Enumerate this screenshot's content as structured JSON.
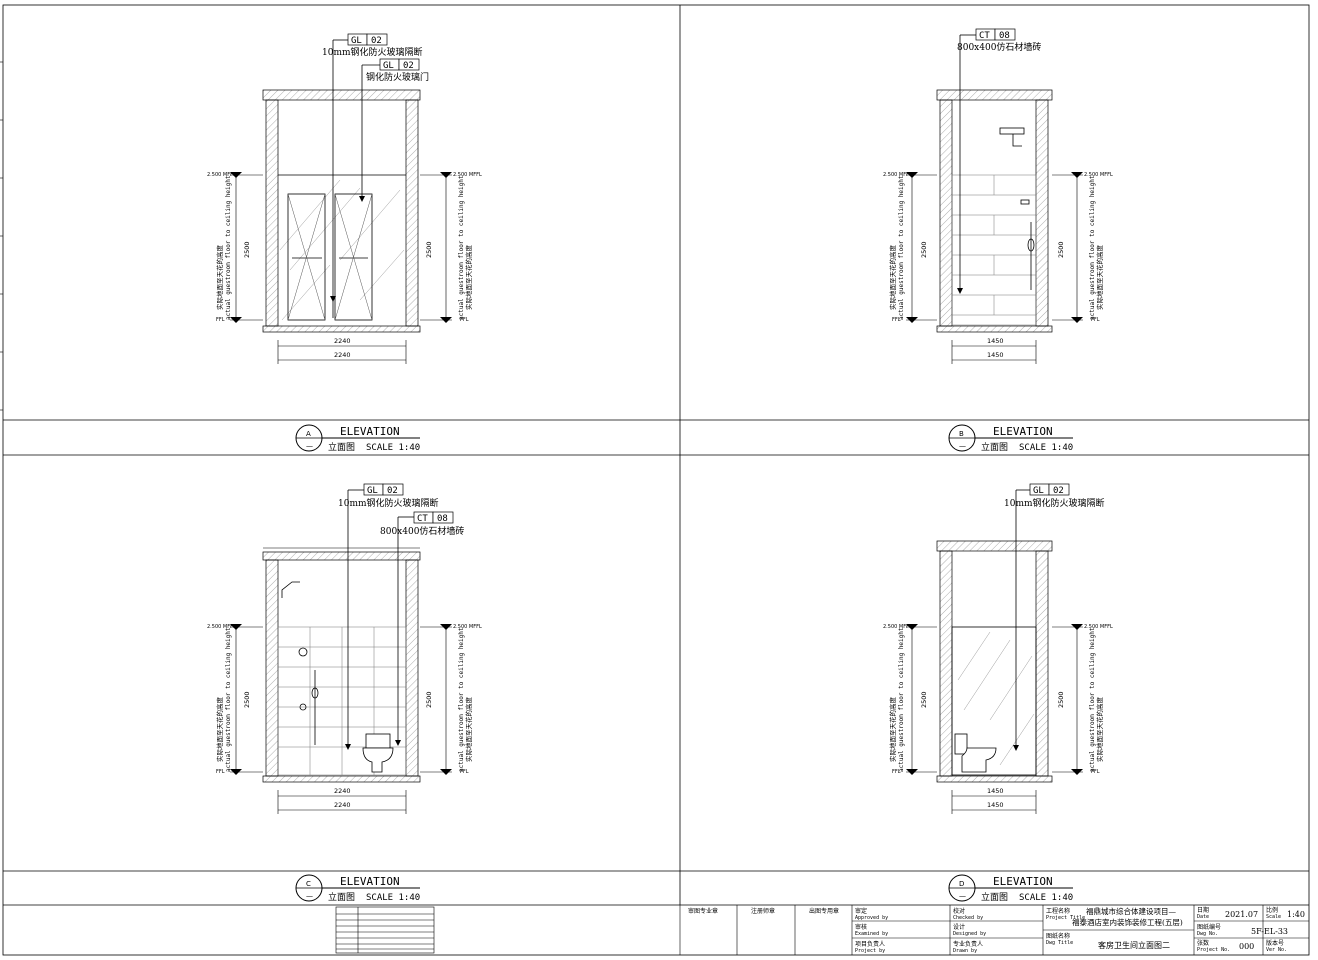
{
  "panels": [
    {
      "id": "A",
      "callouts": [
        {
          "code": "GL",
          "num": "02",
          "text": "10mm钢化防火玻璃隔断"
        },
        {
          "code": "GL",
          "num": "02",
          "text": "钢化防火玻璃门"
        }
      ],
      "level_top": "2.500 MFFL",
      "level_bottom": "FFL",
      "dim_height": "2500",
      "dim_width": "2240",
      "dim_width_total": "2240",
      "height_label_cn": "实际地面至天花的高度",
      "height_label_en": "actual guestroom floor to ceiling height",
      "title_id": "A",
      "title_sub": "—",
      "title": "ELEVATION",
      "subtitle": "立面图",
      "scale": "SCALE 1:40"
    },
    {
      "id": "B",
      "callouts": [
        {
          "code": "CT",
          "num": "08",
          "text": "800x400仿石材墙砖"
        }
      ],
      "level_top": "2.500 MFFL",
      "level_bottom": "FFL",
      "dim_height": "2500",
      "dim_width": "1450",
      "dim_width_total": "1450",
      "height_label_cn": "实际地面至天花的高度",
      "height_label_en": "actual guestroom floor to ceiling height",
      "title_id": "B",
      "title_sub": "—",
      "title": "ELEVATION",
      "subtitle": "立面图",
      "scale": "SCALE 1:40"
    },
    {
      "id": "C",
      "callouts": [
        {
          "code": "GL",
          "num": "02",
          "text": "10mm钢化防火玻璃隔断"
        },
        {
          "code": "CT",
          "num": "08",
          "text": "800x400仿石材墙砖"
        }
      ],
      "level_top": "2.500 MFFL",
      "level_bottom": "FFL",
      "dim_height": "2500",
      "dim_width": "2240",
      "dim_width_total": "2240",
      "height_label_cn": "实际地面至天花的高度",
      "height_label_en": "actual guestroom floor to ceiling height",
      "title_id": "C",
      "title_sub": "—",
      "title": "ELEVATION",
      "subtitle": "立面图",
      "scale": "SCALE 1:40"
    },
    {
      "id": "D",
      "callouts": [
        {
          "code": "GL",
          "num": "02",
          "text": "10mm钢化防火玻璃隔断"
        }
      ],
      "level_top": "2.500 MFFL",
      "level_bottom": "FFL",
      "dim_height": "2500",
      "dim_width": "1450",
      "dim_width_total": "1450",
      "height_label_cn": "实际地面至天花的高度",
      "height_label_en": "actual guestroom floor to ceiling height",
      "title_id": "D",
      "title_sub": "—",
      "title": "ELEVATION",
      "subtitle": "立面图",
      "scale": "SCALE 1:40"
    }
  ],
  "title_block": {
    "stamps": [
      "审图专业章",
      "注册师章",
      "出图专用章"
    ],
    "approved_cn": "审定",
    "approved_en": "Approved by",
    "checked_cn": "校对",
    "checked_en": "Checked by",
    "examined_cn": "审核",
    "examined_en": "Examined by",
    "designed_cn": "设计",
    "designed_en": "Designed by",
    "project_lead_cn": "项目负责人",
    "project_lead_en": "Project by",
    "drawn_cn": "专业负责人",
    "drawn_en": "Drawn by",
    "project_title_cn": "工程名称",
    "project_title_en": "Project Title",
    "project_name_1": "福鼎城市综合体建设项目—",
    "project_name_2": "福泰酒店室内装饰装修工程(五层)",
    "dwg_title_cn": "图纸名称",
    "dwg_title_en": "Dwg Title",
    "dwg_title_value": "客房卫生间立面图二",
    "date_cn": "日期",
    "date_en": "Date",
    "date_value": "2021.07",
    "scale_cn": "比例",
    "scale_en": "Scale",
    "scale_value": "1:40",
    "dwg_no_cn": "图纸编号",
    "dwg_no_en": "Dwg No.",
    "dwg_no_value": "5F-EL-33",
    "project_no_cn": "张数",
    "project_no_en": "Project No.",
    "project_no_value": "000",
    "ver_no_cn": "版本号",
    "ver_no_en": "Ver No."
  }
}
